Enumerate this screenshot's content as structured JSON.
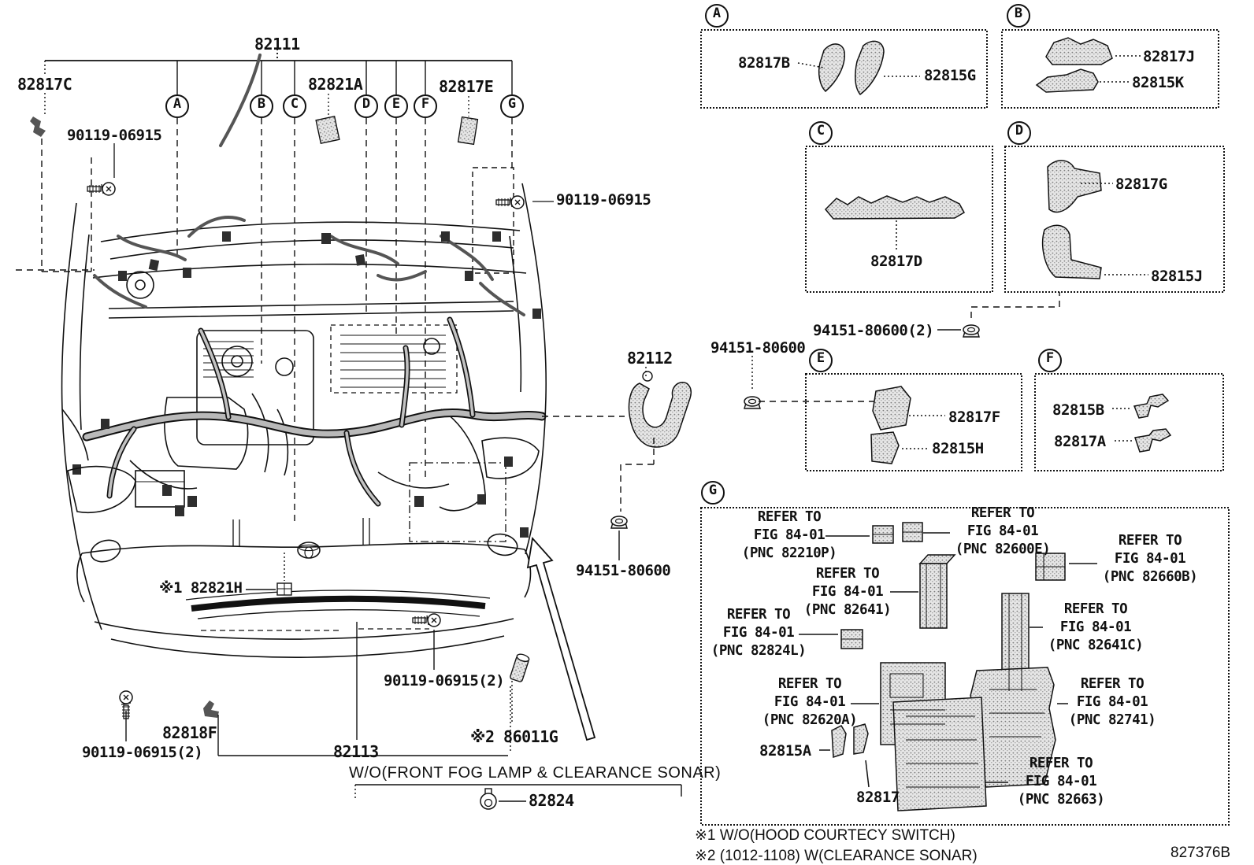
{
  "figure": {
    "code": "827376B"
  },
  "top": {
    "p82111": "82111",
    "p82817C": "82817C",
    "p90119_top_left": "90119-06915",
    "p82821A": "82821A",
    "p82817E": "82817E",
    "p90119_top_right": "90119-06915",
    "callouts": [
      "A",
      "B",
      "C",
      "D",
      "E",
      "F",
      "G"
    ]
  },
  "main": {
    "p82821H": "※1 82821H",
    "p82818F": "82818F",
    "p90119_bottom_left": "90119-06915(2)",
    "p82113": "82113",
    "p90119_bottom_center": "90119-06915(2)",
    "p86011G": "※2 86011G",
    "wo_caption": "W/O(FRONT FOG LAMP & CLEARANCE SONAR)",
    "p82824": "82824",
    "p82112": "82112",
    "p94151_pair": "94151-80600(2)",
    "p94151_mid": "94151-80600",
    "p94151_low": "94151-80600"
  },
  "boxA": {
    "letter": "A",
    "p1": "82817B",
    "p2": "82815G"
  },
  "boxB": {
    "letter": "B",
    "p1": "82817J",
    "p2": "82815K"
  },
  "boxC": {
    "letter": "C",
    "p1": "82817D"
  },
  "boxD": {
    "letter": "D",
    "p1": "82817G",
    "p2": "82815J"
  },
  "boxE": {
    "letter": "E",
    "p1": "82817F",
    "p2": "82815H"
  },
  "boxF": {
    "letter": "F",
    "p1": "82815B",
    "p2": "82817A"
  },
  "boxG": {
    "letter": "G",
    "refs": [
      {
        "l1": "REFER TO",
        "l2": "FIG 84-01",
        "l3": "(PNC 82210P)"
      },
      {
        "l1": "REFER TO",
        "l2": "FIG 84-01",
        "l3": "(PNC 82600E)"
      },
      {
        "l1": "REFER TO",
        "l2": "FIG 84-01",
        "l3": "(PNC 82660B)"
      },
      {
        "l1": "REFER TO",
        "l2": "FIG 84-01",
        "l3": "(PNC 82641)"
      },
      {
        "l1": "REFER TO",
        "l2": "FIG 84-01",
        "l3": "(PNC 82824L)"
      },
      {
        "l1": "REFER TO",
        "l2": "FIG 84-01",
        "l3": "(PNC 82641C)"
      },
      {
        "l1": "REFER TO",
        "l2": "FIG 84-01",
        "l3": "(PNC 82620A)"
      },
      {
        "l1": "REFER TO",
        "l2": "FIG 84-01",
        "l3": "(PNC 82741)"
      },
      {
        "l1": "REFER TO",
        "l2": "FIG 84-01",
        "l3": "(PNC 82663)"
      }
    ],
    "p82815A": "82815A",
    "p82817": "82817"
  },
  "footnotes": {
    "n1": "※1 W/O(HOOD COURTECY SWITCH)",
    "n2": "※2 (1012-1108) W(CLEARANCE SONAR)"
  }
}
